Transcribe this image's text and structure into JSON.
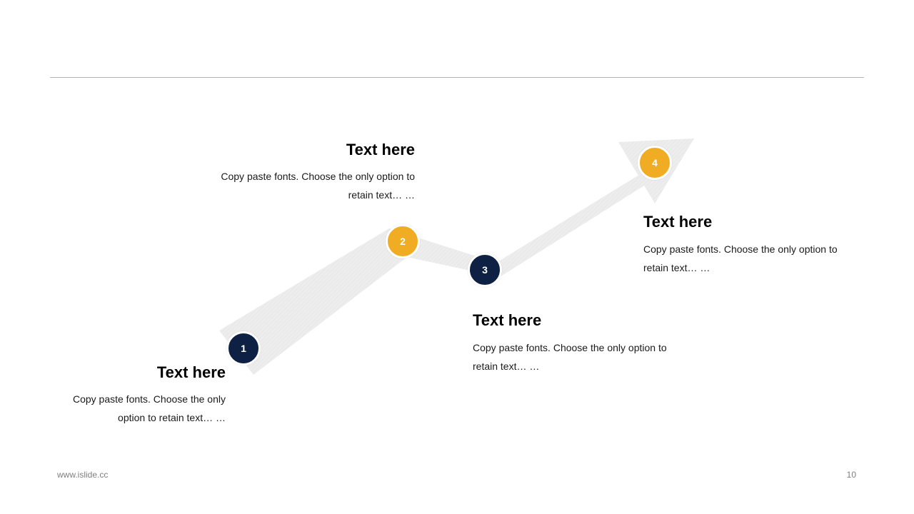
{
  "colors": {
    "navy": "#0e2145",
    "gold": "#f0ac22",
    "arrow": "#ededed",
    "rule": "#b3b3b3"
  },
  "steps": [
    {
      "number": "1",
      "color": "navy",
      "heading": "Text here",
      "text": "Copy paste fonts. Choose the only option to retain text… …"
    },
    {
      "number": "2",
      "color": "gold",
      "heading": "Text here",
      "text": "Copy paste fonts. Choose the only option to retain text… …"
    },
    {
      "number": "3",
      "color": "navy",
      "heading": "Text here",
      "text": "Copy paste fonts. Choose the only option to retain text… …"
    },
    {
      "number": "4",
      "color": "gold",
      "heading": "Text here",
      "text": "Copy paste fonts. Choose the only option to retain text… …"
    }
  ],
  "footer": {
    "website": "www.islide.cc",
    "page_number": "10"
  }
}
